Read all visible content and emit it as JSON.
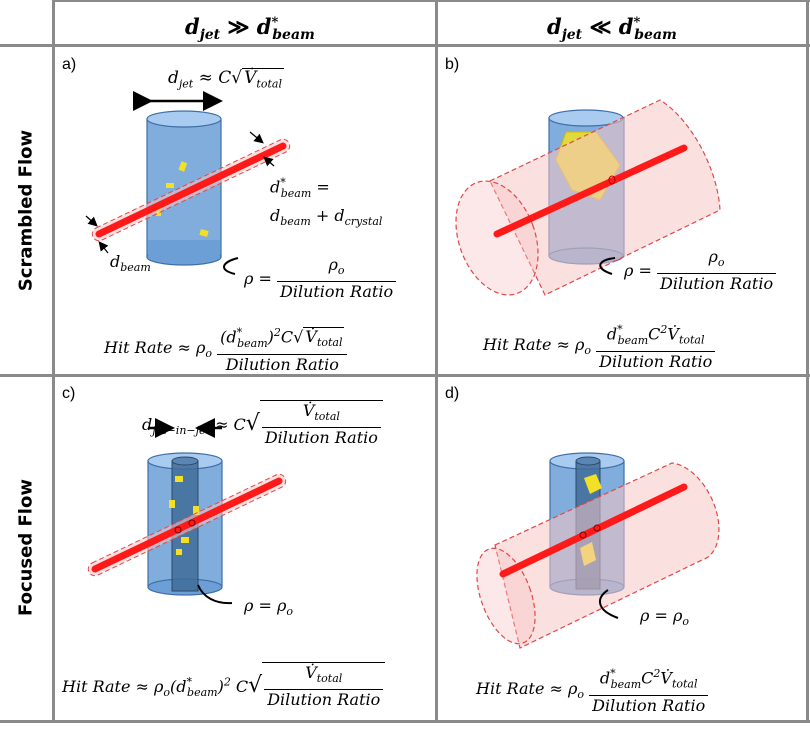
{
  "headers": {
    "col1": {
      "d": "d",
      "jet_sub": "jet",
      "rel": "≫",
      "beam_d": "d",
      "beam_sup": "*",
      "beam_sub": "beam"
    },
    "col2": {
      "d": "d",
      "jet_sub": "jet",
      "rel": "≪",
      "beam_d": "d",
      "beam_sup": "*",
      "beam_sub": "beam"
    }
  },
  "rows": {
    "row1": "Scrambled Flow",
    "row2": "Focused Flow"
  },
  "panels": {
    "a": {
      "label": "a)",
      "djet_formula": {
        "lhs": "d",
        "lhs_sub": "jet",
        "rel": "≈ C",
        "rad": "V̇",
        "rad_sub": "total"
      },
      "dbeam_star": {
        "line1_d": "d",
        "line1_sup": "*",
        "line1_sub": "beam",
        "line1_eq": "=",
        "line2_d1": "d",
        "line2_sub1": "beam",
        "line2_plus": "+ d",
        "line2_sub2": "crystal"
      },
      "dbeam": {
        "d": "d",
        "sub": "beam"
      },
      "rho": {
        "lhs": "ρ =",
        "num": "ρ",
        "num_sub": "o",
        "den": "Dilution Ratio"
      },
      "hit_rate": {
        "lhs": "Hit Rate ≈ ρ",
        "lhs_sub": "o",
        "num_a": "(d",
        "num_sup": "*",
        "num_sub": "beam",
        "num_b": ")",
        "num_pow": "2",
        "num_c": "C",
        "num_rad": "V̇",
        "num_rad_sub": "total",
        "den": "Dilution Ratio"
      }
    },
    "b": {
      "label": "b)",
      "rho": {
        "lhs": "ρ =",
        "num": "ρ",
        "num_sub": "o",
        "den": "Dilution Ratio"
      },
      "hit_rate": {
        "lhs": "Hit Rate ≈ ρ",
        "lhs_sub": "o",
        "num_a": "d",
        "num_sup": "*",
        "num_sub": "beam",
        "num_b": "C",
        "num_pow": "2",
        "num_c": "V̇",
        "num_c_sub": "total",
        "den": "Dilution Ratio"
      }
    },
    "c": {
      "label": "c)",
      "djet_formula": {
        "lhs": "d",
        "lhs_sub": "jet−in−jet",
        "rel": "≈ C",
        "rad_num": "V̇",
        "rad_num_sub": "total",
        "rad_den": "Dilution Ratio"
      },
      "rho": {
        "text": "ρ = ρ",
        "sub": "o"
      },
      "hit_rate": {
        "lhs": "Hit Rate ≈ ρ",
        "lhs_sub": "o",
        "mid": "(d",
        "mid_sup": "*",
        "mid_sub": "beam",
        "mid_b": ")",
        "mid_pow": "2",
        "mid_c": "C",
        "rad_num": "V̇",
        "rad_num_sub": "total",
        "rad_den": "Dilution Ratio"
      }
    },
    "d": {
      "label": "d)",
      "rho": {
        "text": "ρ = ρ",
        "sub": "o"
      },
      "hit_rate": {
        "lhs": "Hit Rate ≈ ρ",
        "lhs_sub": "o",
        "num_a": "d",
        "num_sup": "*",
        "num_sub": "beam",
        "num_b": "C",
        "num_pow": "2",
        "num_c": "V̇",
        "num_c_sub": "total",
        "den": "Dilution Ratio"
      }
    }
  },
  "colors": {
    "jet": "#6b9fd6",
    "jet_top": "#aacbf0",
    "jet_stroke": "#3d6ea8",
    "inner_jet": "#3f6c99",
    "beam": "#ff1a1a",
    "beam_envelope": "#f8c6c6",
    "beam_envelope_stroke": "#e04848",
    "crystal": "#f2e025",
    "grid": "#8a8a8a"
  }
}
